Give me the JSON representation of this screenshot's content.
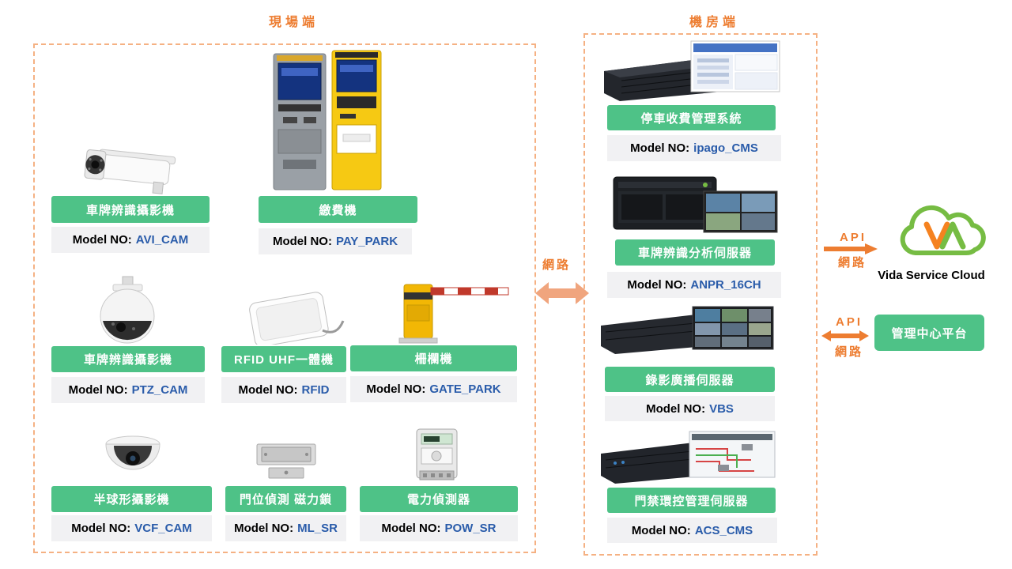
{
  "model_label": "Model NO:",
  "field": {
    "title": "現場端",
    "devices": [
      {
        "label": "車牌辨識攝影機",
        "model": "AVI_CAM",
        "icon": "bullet-camera-icon"
      },
      {
        "label": "繳費機",
        "model": "PAY_PARK",
        "icon": "payment-kiosk-icon"
      },
      {
        "label": "車牌辨識攝影機",
        "model": "PTZ_CAM",
        "icon": "ptz-camera-icon"
      },
      {
        "label": "RFID UHF一體機",
        "model": "RFID",
        "icon": "rfid-reader-icon"
      },
      {
        "label": "柵欄機",
        "model": "GATE_PARK",
        "icon": "barrier-gate-icon"
      },
      {
        "label": "半球形攝影機",
        "model": "VCF_CAM",
        "icon": "dome-camera-icon"
      },
      {
        "label": "門位偵測 磁力鎖",
        "model": "ML_SR",
        "icon": "magnetic-lock-icon"
      },
      {
        "label": "電力偵測器",
        "model": "POW_SR",
        "icon": "power-meter-icon"
      }
    ]
  },
  "server_room": {
    "title": "機房端",
    "servers": [
      {
        "label": "停車收費管理系統",
        "model": "ipago_CMS",
        "icon": "parking-cms-server-icon"
      },
      {
        "label": "車牌辨識分析伺服器",
        "model": "ANPR_16CH",
        "icon": "anpr-server-icon"
      },
      {
        "label": "錄影廣播伺服器",
        "model": "VBS",
        "icon": "video-broadcast-server-icon"
      },
      {
        "label": "門禁環控管理伺服器",
        "model": "ACS_CMS",
        "icon": "access-control-server-icon"
      }
    ]
  },
  "network_link": {
    "label": "網路"
  },
  "cloud_link": {
    "api": "API",
    "network": "網路"
  },
  "platform_link": {
    "api": "API",
    "network": "網路"
  },
  "cloud": {
    "name": "Vida Service Cloud"
  },
  "platform": {
    "label": "管理中心平台"
  },
  "colors": {
    "button_green": "#4ec287",
    "dashed_border_orange": "#f5b183",
    "section_title_orange": "#ed7d31",
    "model_value_blue": "#2a5caa",
    "model_row_gray": "#f1f1f3",
    "network_arrow_orange": "#f0a57e",
    "cloud_logo_green": "#76bc43",
    "cloud_logo_orange": "#f58220"
  }
}
